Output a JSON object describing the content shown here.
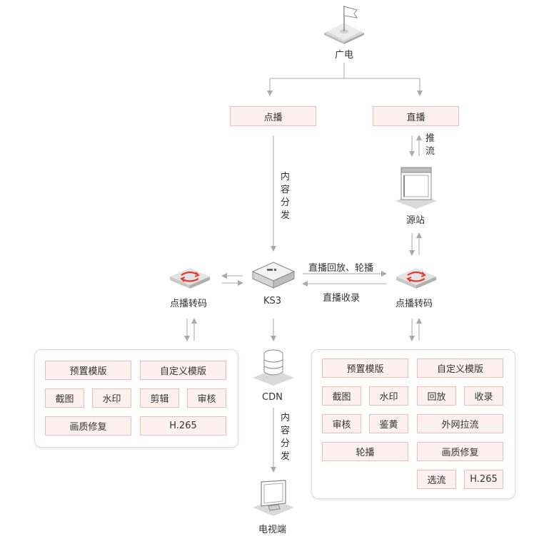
{
  "nodes": {
    "broadcast": "广电",
    "vod": "点播",
    "live": "直播",
    "origin": "源站",
    "ks3": "KS3",
    "vod_transcode_left": "点播转码",
    "vod_transcode_right": "点播转码",
    "cdn": "CDN",
    "tv": "电视端"
  },
  "edges": {
    "push_stream": "推流",
    "content_dist_top": "内容分发",
    "content_dist_bottom": "内容分发",
    "live_playback": "直播回放、轮播",
    "live_record": "直播收录"
  },
  "left_panel": {
    "preset_template": "预置模版",
    "custom_template": "自定义模版",
    "screenshot": "截图",
    "watermark": "水印",
    "clip": "剪辑",
    "review": "审核",
    "quality_repair": "画质修复",
    "h265": "H.265"
  },
  "right_panel": {
    "preset_template": "预置模版",
    "custom_template": "自定义模版",
    "screenshot": "截图",
    "watermark": "水印",
    "playback": "回放",
    "record": "收录",
    "review": "审核",
    "porn_detect": "鉴黄",
    "external_pull": "外网拉流",
    "carousel": "轮播",
    "quality_repair": "画质修复",
    "select_stream": "选流",
    "h265": "H.265"
  },
  "colors": {
    "accent": "#e8382f",
    "box_fill": "#fdf0f0",
    "box_border": "#f3bcbc",
    "line": "#aaaaaa"
  }
}
